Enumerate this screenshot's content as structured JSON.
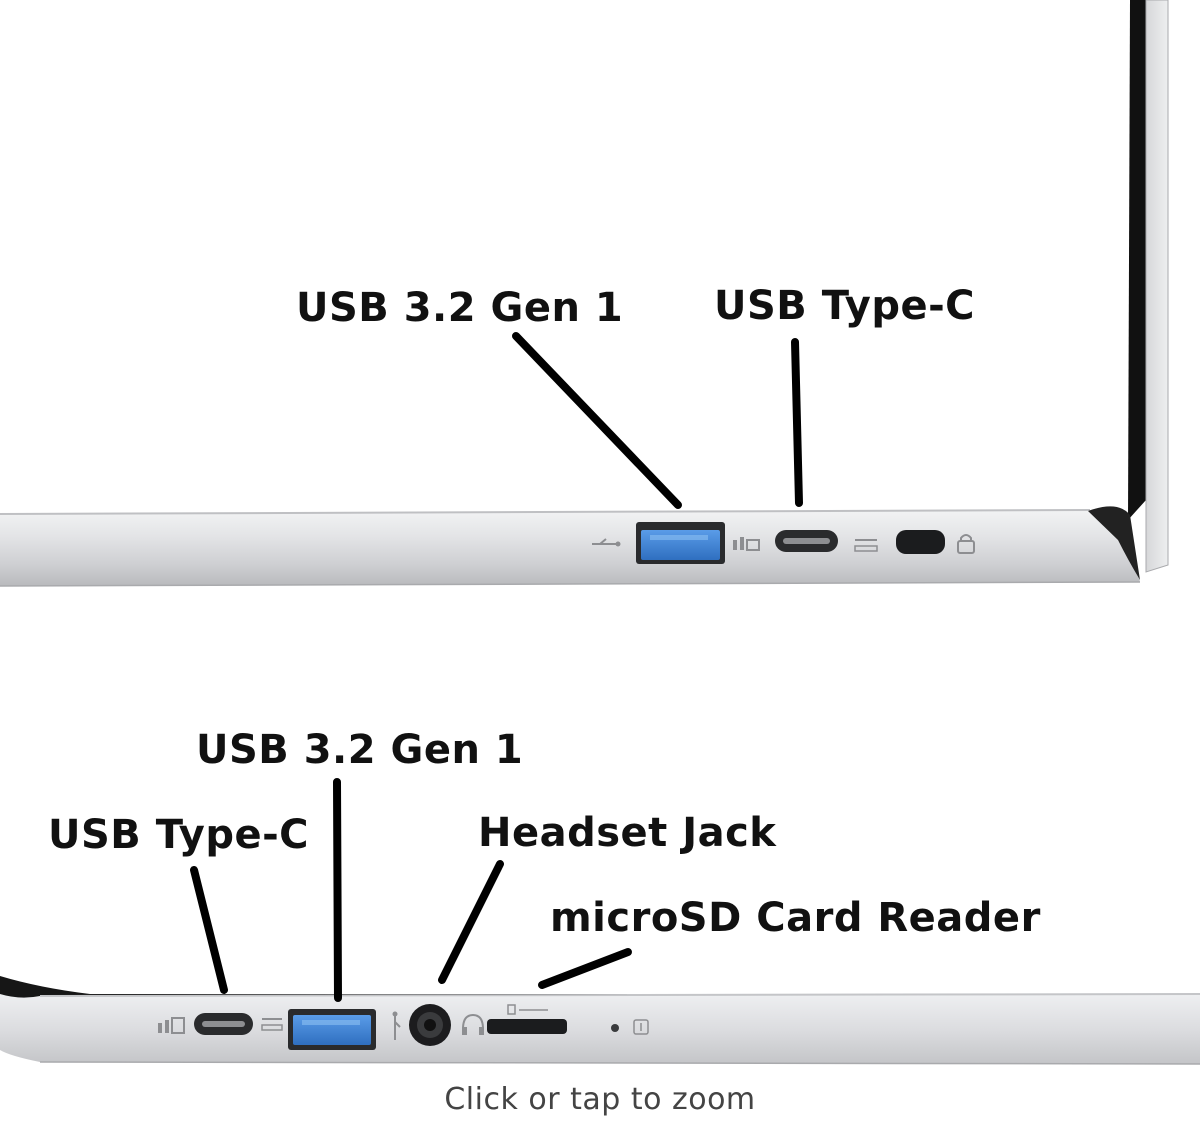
{
  "top_view": {
    "labels": {
      "usb_a": "USB 3.2 Gen 1",
      "usb_c": "USB Type-C"
    }
  },
  "bottom_view": {
    "labels": {
      "usb_a": "USB 3.2 Gen 1",
      "usb_c": "USB Type-C",
      "headset": "Headset Jack",
      "microsd": "microSD Card Reader"
    }
  },
  "footer": {
    "zoom_text": "Click or tap to zoom"
  },
  "colors": {
    "usb_a_blue": "#3a7fd0",
    "chassis_silver": "#d9dadc",
    "bezel_black": "#111111"
  }
}
